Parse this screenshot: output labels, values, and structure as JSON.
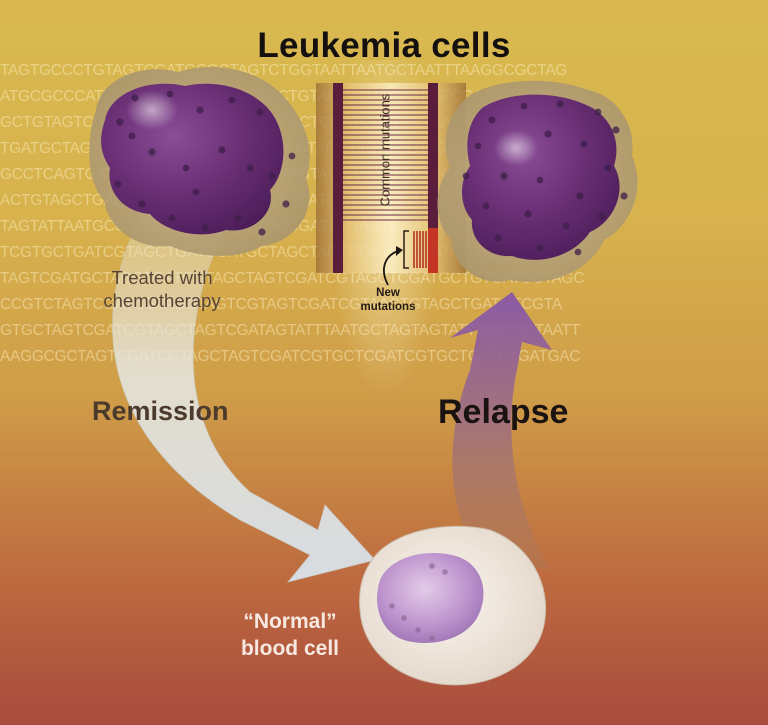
{
  "title": "Leukemia cells",
  "labels": {
    "common_mutations": "Common mutations",
    "new_mutations_line1": "New",
    "new_mutations_line2": "mutations",
    "treated_line1": "Treated with",
    "treated_line2": "chemotherapy",
    "remission": "Remission",
    "relapse": "Relapse",
    "normal_line1": "“Normal”",
    "normal_line2": "blood cell"
  },
  "background_sequence": [
    "TAGTGCCCTGTAGTCGATGCGCTAGTCTGGTAATTAATGCTAATTTAAGGCGCTAG",
    "ATGCGCCCATTCGTGCTGATCTGATGACTGTAGCTGATGCTGATCGATGCTGATG",
    "GCTGTAGTCGATGCATGCTAGTCGTGATGCTCGATCGATGCTAATTGCTAGTCGAT",
    "TGATGCTAGTCGATCGTAGCTAGCTGATCGTAGCTAGATCGTAGATGGCTCGATCG",
    "GCCTCAGTGATCGTAGCTAGCTAGTCGATGTAGCTAGCTGATCGATTAGCTCGTA",
    "ACTGTAGCTGATCGTAGCTGATCGTAGTCGATCGTAGTCGATCGATAGTGCTCG",
    "TAGTATTAATGCGATCGTAGCTAGTCGATCGATGCTAGTCGATGTAGTCGCCCAT",
    "TCGTGCTGATCGTAGCTGATCGATGCTAGCTAGTCGATCGTGATGCTGATGCTCG",
    "TAGTCGATGCTAGCTGATCGTAGCTAGTCGATCGTAGCTCGATGCTGTGATGCTAGC",
    "CCGTCTAGTCGATCGTAGCTAGTCGTAGTCGATCGTAACTGTAGCTGATGTCGTA",
    "GTGCTAGTCGATCGTAGCTAGTCGATAGTATTTAATGCTAGTAGTATTTAATGCTAATT",
    "AAGGCGCTAGTCGATCGTAGCTAGTCGATCGTGCTCGATCGTGCTGATCTGATGAC"
  ],
  "colors": {
    "leukemia_nucleus": "#5e2a6a",
    "leukemia_cytoplasm": "#bba37a",
    "normal_cytoplasm": "#f1e8dc",
    "normal_nucleus": "#b894c8",
    "mutation_bar": "#5a1d3c",
    "new_mutation": "#c43525",
    "remission_arrow": "#dde2e4",
    "relapse_arrow": "#8a5aa0"
  }
}
